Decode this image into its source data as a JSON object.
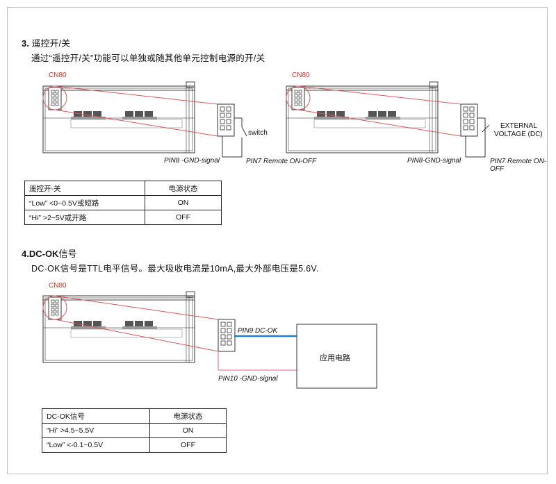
{
  "section3": {
    "heading_num": "3.",
    "heading_text": "遥控开/关",
    "description": "通过“遥控开/关”功能可以单独或随其他单元控制电源的开/关"
  },
  "diagram_left": {
    "connector": "CN80",
    "switch_label": "switch",
    "pin8_label": "PIN8 -GND-signal",
    "pin7_label": "PIN7 Remote ON-OFF"
  },
  "diagram_right": {
    "connector": "CN80",
    "external_label_1": "EXTERNAL",
    "external_label_2": "VOLTAGE (DC)",
    "pin8_label": "PIN8-GND-signal",
    "pin7_label": "PIN7 Remote ON-OFF"
  },
  "table_remote": {
    "headers": [
      "遥控开-关",
      "电源状态"
    ],
    "rows": [
      [
        "“Low” <0~0.5V或短路",
        "ON"
      ],
      [
        "“Hi” >2~5V或开路",
        "OFF"
      ]
    ]
  },
  "section4": {
    "heading_num": "4.",
    "heading_bold": "DC-OK",
    "heading_cn": "信号",
    "description": "DC-OK信号是TTL电平信号。最大吸收电流是10mA,最大外部电压是5.6V."
  },
  "diagram_dcok": {
    "connector": "CN80",
    "pin9_label": "PIN9 DC-OK",
    "pin10_label": "PIN10 -GND-signal",
    "app_box_label": "应用电路"
  },
  "table_dcok": {
    "headers": [
      "DC-OK信号",
      "电源状态"
    ],
    "rows": [
      [
        "“Hi” >4.5~5.5V",
        "ON"
      ],
      [
        "“Low” <-0.1~0.5V",
        "OFF"
      ]
    ]
  },
  "colors": {
    "red_line": "#d45a5a",
    "blue_line": "#1f7fd8",
    "pink_line": "#e0609a"
  }
}
